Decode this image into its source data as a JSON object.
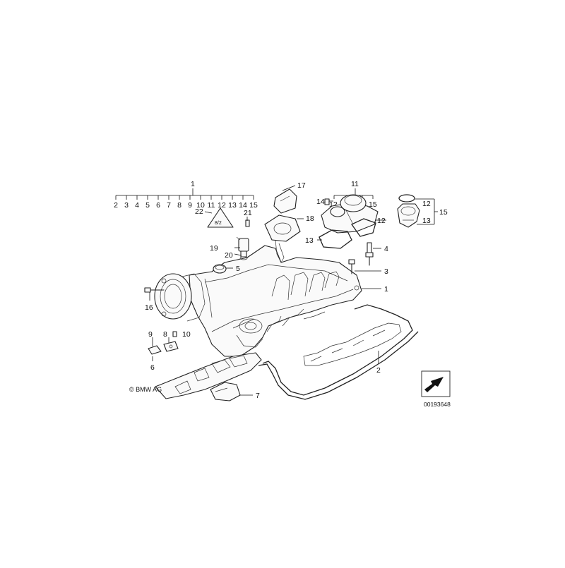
{
  "top_callout": {
    "main": "1",
    "sub": [
      "2",
      "3",
      "4",
      "5",
      "6",
      "7",
      "8",
      "9",
      "10",
      "11",
      "12",
      "13",
      "14",
      "15"
    ]
  },
  "group_11": {
    "main": "11",
    "sub": [
      "12",
      "13",
      "14",
      "15"
    ]
  },
  "labels": {
    "l1": "1",
    "l2": "2",
    "l3": "3",
    "l4": "4",
    "l5": "5",
    "l6": "6",
    "l7": "7",
    "l8": "8",
    "l9": "9",
    "l10": "10",
    "l12b": "12",
    "l12c": "12",
    "l13b": "13",
    "l13c": "13",
    "l14": "14",
    "l15": "15",
    "l16": "16",
    "l17": "17",
    "l18": "18",
    "l19": "19",
    "l20": "20",
    "l21": "21",
    "l22": "22"
  },
  "copyright": "© BMW AG",
  "drawing_number": "00193648",
  "warning_symbol_text": "8/2"
}
